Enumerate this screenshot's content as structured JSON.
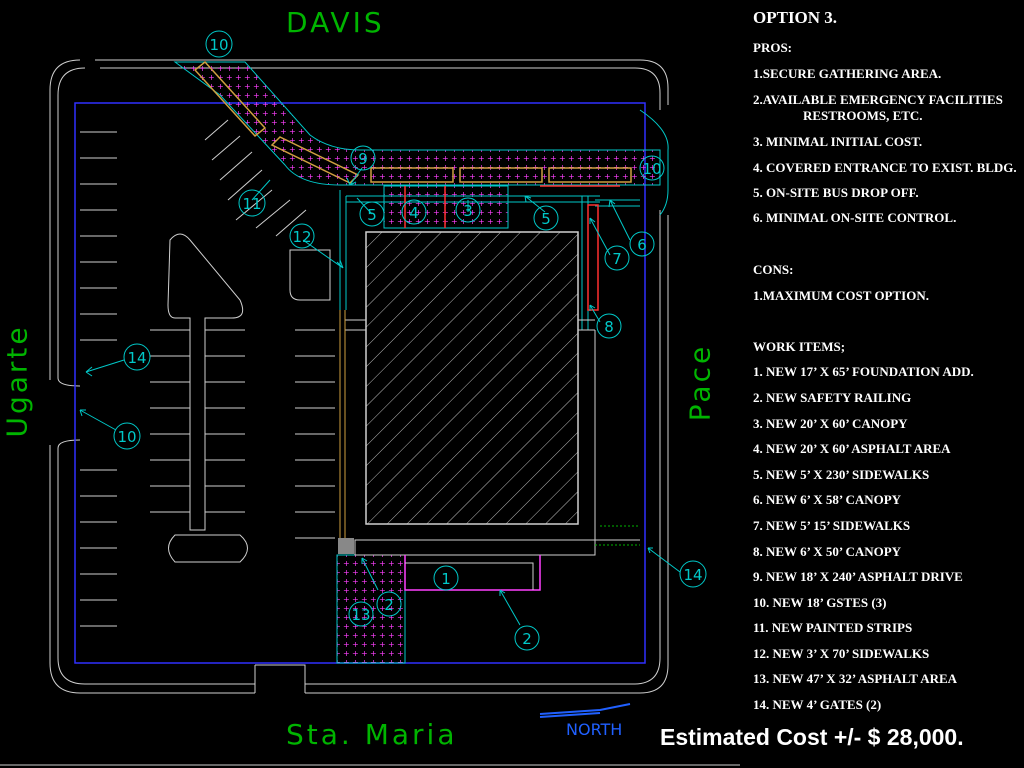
{
  "option_title": "OPTION 3.",
  "pros": {
    "heading": "PROS:",
    "items": [
      "1.SECURE GATHERING AREA.",
      "2.AVAILABLE EMERGENCY FACILITIES",
      "RESTROOMS, ETC.",
      "3. MINIMAL INITIAL COST.",
      "4. COVERED ENTRANCE TO EXIST. BLDG.",
      "5. ON-SITE BUS DROP OFF.",
      "6. MINIMAL ON-SITE CONTROL."
    ]
  },
  "cons": {
    "heading": "CONS:",
    "items": [
      "1.MAXIMUM COST OPTION."
    ]
  },
  "work": {
    "heading": "WORK ITEMS;",
    "items": [
      "1. NEW 17’ X 65’ FOUNDATION ADD.",
      "2. NEW SAFETY RAILING",
      "3. NEW 20’ X 60’ CANOPY",
      "4. NEW 20’ X 60’ ASPHALT AREA",
      "5. NEW 5’ X 230’ SIDEWALKS",
      "6. NEW 6’ X 58’ CANOPY",
      "7. NEW 5’ 15’ SIDEWALKS",
      "8. NEW 6’ X 50’ CANOPY",
      "9. NEW 18’ X 240’ ASPHALT DRIVE",
      "10. NEW 18’ GSTES (3)",
      "11. NEW PAINTED STRIPS",
      "12. NEW 3’ X 70’ SIDEWALKS",
      "13. NEW 47’ X 32’ ASPHALT AREA",
      "14. NEW 4’ GATES (2)"
    ]
  },
  "estimated_cost": "Estimated Cost +/- $ 28,000.",
  "streets": {
    "north": "DAVIS",
    "south": "Sta. Maria",
    "west": "Ugarte",
    "east": "Pace"
  },
  "north_arrow": "NORTH",
  "bubbles": [
    "10",
    "9",
    "10",
    "11",
    "12",
    "5",
    "4",
    "3",
    "5",
    "6",
    "7",
    "8",
    "14",
    "10",
    "1",
    "2",
    "13",
    "2",
    "14"
  ],
  "colors": {
    "street_label": "#00b400",
    "leader": "#00c8c8",
    "property_line": "#3030ff",
    "canopy": "#d0a040",
    "asphalt_dots": "#ff40ff",
    "railing": "#ff3030",
    "north_text": "#2060ff"
  }
}
